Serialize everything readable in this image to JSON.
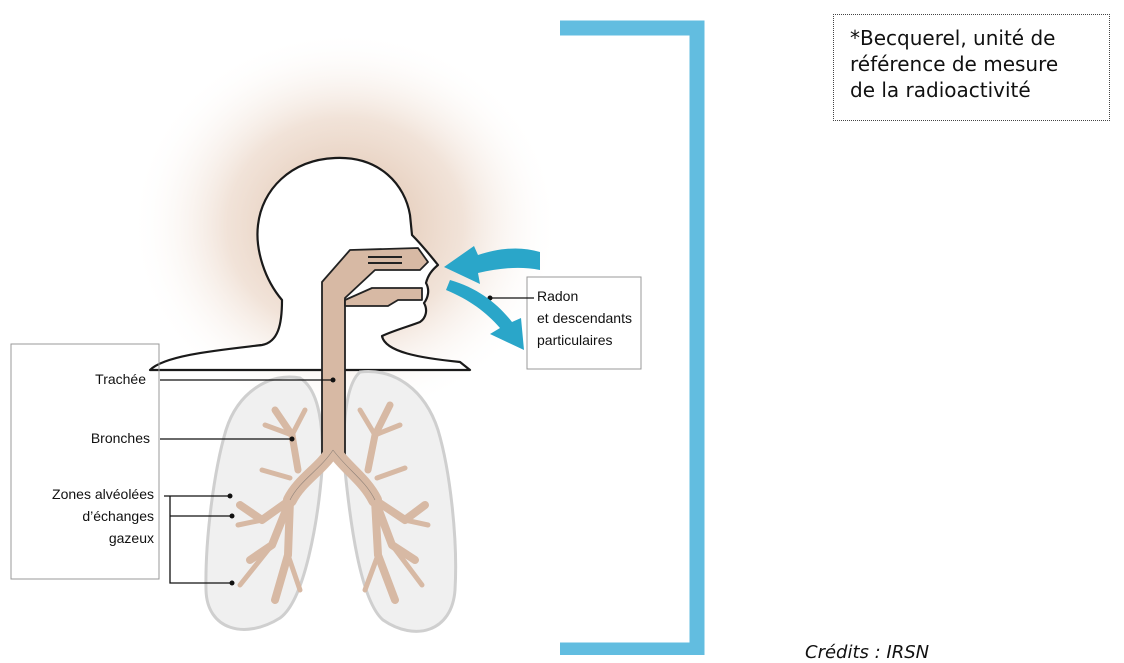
{
  "labels": {
    "trachea": "Trachée",
    "bronchi": "Bronches",
    "alveoli_line1": "Zones alvéolées",
    "alveoli_line2": "d’échanges",
    "alveoli_line3": "gazeux",
    "radon_line1": "Radon",
    "radon_line2": "et descendants",
    "radon_line3": "particulaires"
  },
  "note": {
    "line1": "*Becquerel, unité de",
    "line2": "référence de mesure",
    "line3": "de la radioactivité"
  },
  "credit": "Crédits : IRSN",
  "colors": {
    "airway": "#d7b9a4",
    "arrow": "#2aa6c9",
    "bracket": "#62bde0",
    "glow": "#d9b79e",
    "lung": "#eeeeee"
  }
}
